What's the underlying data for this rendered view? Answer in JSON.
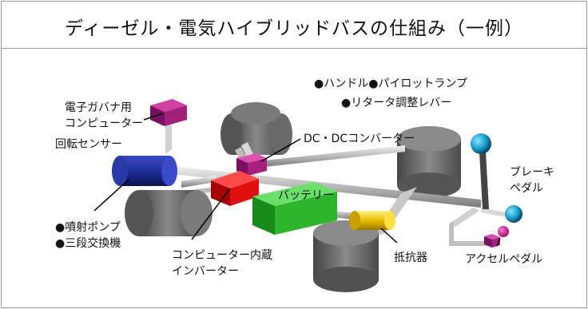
{
  "title": "ディーゼル・電気ハイブリッドバスの仕組み（一例）",
  "labels": {
    "handle": "●ハンドル●パイロットランプ",
    "retarder": "●リタータ調整レバー",
    "governor_line1": "電子ガバナ用",
    "governor_line2": "コンピューター",
    "rotation_sensor": "回転センサー",
    "dcdc": "DC・DCコンバーター",
    "battery": "バッテリー",
    "brake_line1": "ブレーキ",
    "brake_line2": "ペダル",
    "injection_pump": "●噴射ポンプ",
    "three_stage": "●三段交換機",
    "inverter_line1": "コンピューター内蔵",
    "inverter_line2": "インバーター",
    "resistor": "抵抗器",
    "accelerator": "アクセルペダル"
  },
  "colors": {
    "motor_blue": "#1a2a8c",
    "computer_purple": "#8a1a6a",
    "inverter_red": "#e01010",
    "battery_green": "#2db52d",
    "resistor_yellow": "#e8c000",
    "lever_cyan": "#1a9fc8",
    "wheel_gray": "#6a6a6a"
  }
}
